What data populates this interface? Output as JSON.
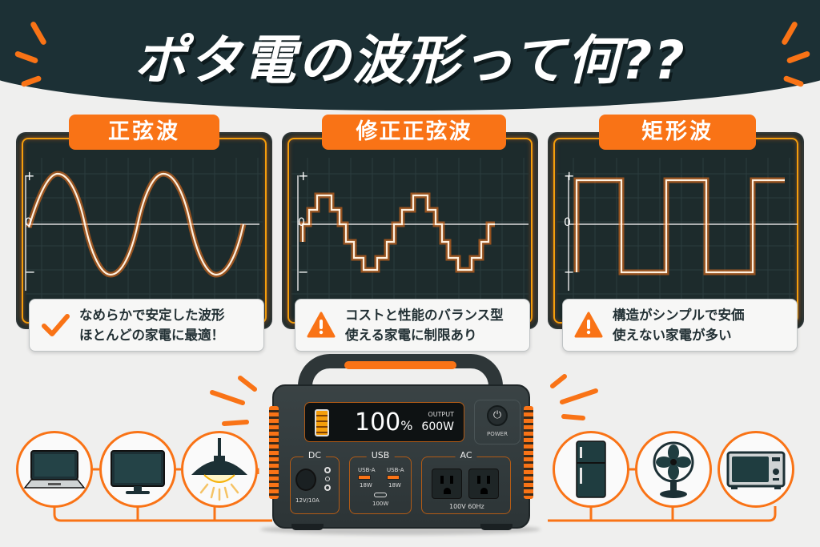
{
  "header": {
    "title": "ポタ電の波形って何??",
    "background_color": "#1c3035",
    "accent_color": "#f97316"
  },
  "panels": [
    {
      "label": "正弦波",
      "wave_type": "sine",
      "axis": {
        "plus": "+",
        "zero": "0",
        "minus": "−"
      },
      "note_icon": "check-icon",
      "note_lines": [
        "なめらかで安定した波形",
        "ほとんどの家電に最適！"
      ]
    },
    {
      "label": "修正正弦波",
      "wave_type": "modified-sine-step",
      "axis": {
        "plus": "+",
        "zero": "0",
        "minus": "−"
      },
      "note_icon": "warning-icon",
      "note_lines": [
        "コストと性能のバランス型",
        "使える家電に制限あり"
      ]
    },
    {
      "label": "矩形波",
      "wave_type": "square",
      "axis": {
        "plus": "+",
        "zero": "0",
        "minus": "−"
      },
      "note_icon": "warning-icon",
      "note_lines": [
        "構造がシンプルで安価",
        "使えない家電が多い"
      ]
    }
  ],
  "power_station": {
    "battery_percent": "100",
    "percent_sign": "%",
    "output_label": "OUTPUT",
    "output_value": "600W",
    "power_label": "POWER",
    "dc": {
      "label": "DC",
      "rating": "12V/10A"
    },
    "usb": {
      "label": "USB",
      "port1_label": "USB-A",
      "port1_watt": "18W",
      "port2_label": "USB-A",
      "port2_watt": "18W",
      "typec_watt": "100W"
    },
    "ac": {
      "label": "AC",
      "rating": "100V  60Hz"
    }
  },
  "appliances_left": [
    "laptop-icon",
    "monitor-icon",
    "lamp-icon"
  ],
  "appliances_right": [
    "refrigerator-icon",
    "fan-icon",
    "microwave-icon"
  ]
}
